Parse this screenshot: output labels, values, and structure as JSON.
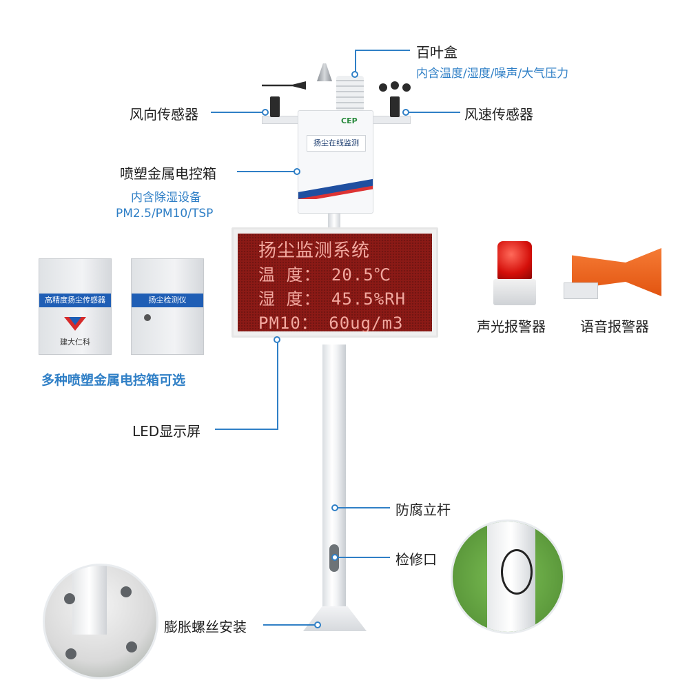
{
  "labels": {
    "louver_box": "百叶盒",
    "louver_box_sub": "内含温度/湿度/噪声/大气压力",
    "wind_direction": "风向传感器",
    "wind_speed": "风速传感器",
    "control_box": "喷塑金属电控箱",
    "control_box_sub1": "内含除湿设备",
    "control_box_sub2": "PM2.5/PM10/TSP",
    "box_options": "多种喷塑金属电控箱可选",
    "led_screen": "LED显示屏",
    "pole": "防腐立杆",
    "service_port": "检修口",
    "expansion_install": "膨胀螺丝安装",
    "sound_light_alarm": "声光报警器",
    "voice_alarm": "语音报警器"
  },
  "led": {
    "line1": "扬尘监测系统",
    "line2": "温 度： 20.5℃",
    "line3": "湿 度： 45.5%RH",
    "line4": "PM10： 60ug/m3"
  },
  "control_box_panel": "扬尘在线监测",
  "box_left_band": "高精度扬尘传感器",
  "box_left_brand": "建大仁科",
  "box_right_band": "扬尘检测仪",
  "cep_logo": "CEP",
  "colors": {
    "accent": "#2f7fc6",
    "led_bg": "#8b1a16",
    "led_text": "#f2a9a0"
  }
}
